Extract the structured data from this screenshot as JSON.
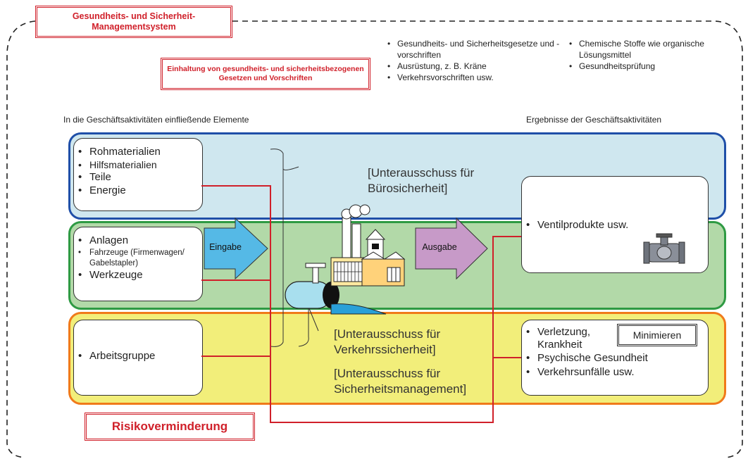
{
  "system_title": "Gesundheits- und Sicherheit-Managementsystem",
  "compliance_title": "Einhaltung von gesundheits- und sicherheitsbezogenen Gesetzen und Vorschriften",
  "compliance_list_left": [
    "Gesundheits- und Sicherheitsgesetze und -vorschriften",
    "Ausrüstung, z. B. Kräne",
    "Verkehrsvorschriften usw."
  ],
  "compliance_list_right": [
    "Chemische Stoffe wie organische Lösungsmittel",
    "Gesundheitsprüfung"
  ],
  "inputs_heading": "In die Geschäftsaktivitäten einfließende Elemente",
  "outputs_heading": "Ergebnisse der Geschäftsaktivitäten",
  "card_materials": [
    "Rohmaterialien",
    "Hilfsmaterialien",
    "Teile",
    "Energie"
  ],
  "card_equipment": {
    "item1": "Anlagen",
    "item2": "Fahrzeuge (Firmenwagen/ Gabelstapler)",
    "item3": "Werkzeuge"
  },
  "card_workgroup": [
    "Arbeitsgruppe"
  ],
  "subcommittee_office": "[Unterausschuss für Bürosicherheit]",
  "subcommittee_traffic": "[Unterausschuss für Verkehrssicherheit]",
  "subcommittee_safety": "[Unterausschuss für Sicherheitsmanagement]",
  "arrow_input": "Eingabe",
  "arrow_output": "Ausgabe",
  "card_products": [
    "Ventilprodukte usw."
  ],
  "card_risks": [
    "Verletzung, Krankheit",
    "Psychische Gesundheit",
    "Verkehrsunfälle usw."
  ],
  "minimize_label": "Minimieren",
  "risk_reduction": "Risikoverminderung",
  "colors": {
    "red": "#d0202a",
    "blue_band": "#cfe7ef",
    "blue_border": "#1f4fa8",
    "green_band": "#b2d9a8",
    "green_border": "#2e9a43",
    "yellow_band": "#f2ee7a",
    "yellow_border": "#f07a1a",
    "input_arrow": "#55b9e6",
    "output_arrow": "#c79ac8"
  }
}
